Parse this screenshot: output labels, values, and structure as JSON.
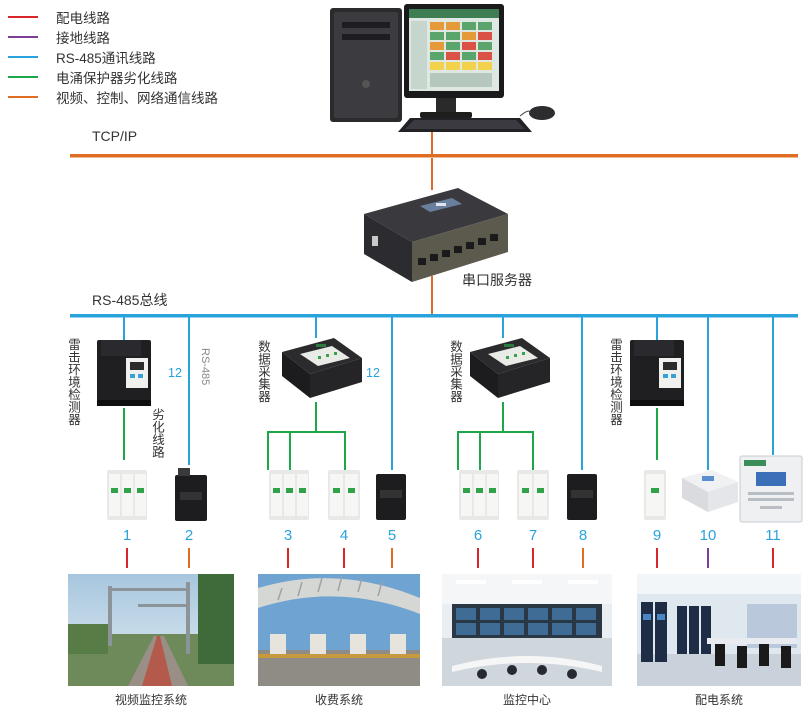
{
  "legend": [
    {
      "label": "配电线路",
      "color": "#d9262b"
    },
    {
      "label": "接地线路",
      "color": "#7b3f98"
    },
    {
      "label": "RS-485通讯线路",
      "color": "#29a3dc"
    },
    {
      "label": "电涌保护器劣化线路",
      "color": "#1ea64a"
    },
    {
      "label": "视频、控制、网络通信线路",
      "color": "#e06d24"
    }
  ],
  "bus": {
    "tcpip_label": "TCP/IP",
    "rs485_label": "RS-485总线",
    "server_label": "串口服务器"
  },
  "devices": {
    "lightning_monitor_label": "雷击环境检测器",
    "collector_label": "数据采集器",
    "degradation_label": "劣化线路",
    "rs485_vertical": "RS-485",
    "twelve": "12"
  },
  "spd_numbers": [
    "1",
    "2",
    "3",
    "4",
    "5",
    "6",
    "7",
    "8",
    "9",
    "10",
    "11"
  ],
  "scenes": [
    {
      "label": "视频监控系统"
    },
    {
      "label": "收费系统"
    },
    {
      "label": "监控中心"
    },
    {
      "label": "配电系统"
    }
  ],
  "colors": {
    "power": "#d9262b",
    "ground": "#7b3f98",
    "rs485": "#29a3dc",
    "degradation": "#1ea64a",
    "network": "#e06d24"
  }
}
